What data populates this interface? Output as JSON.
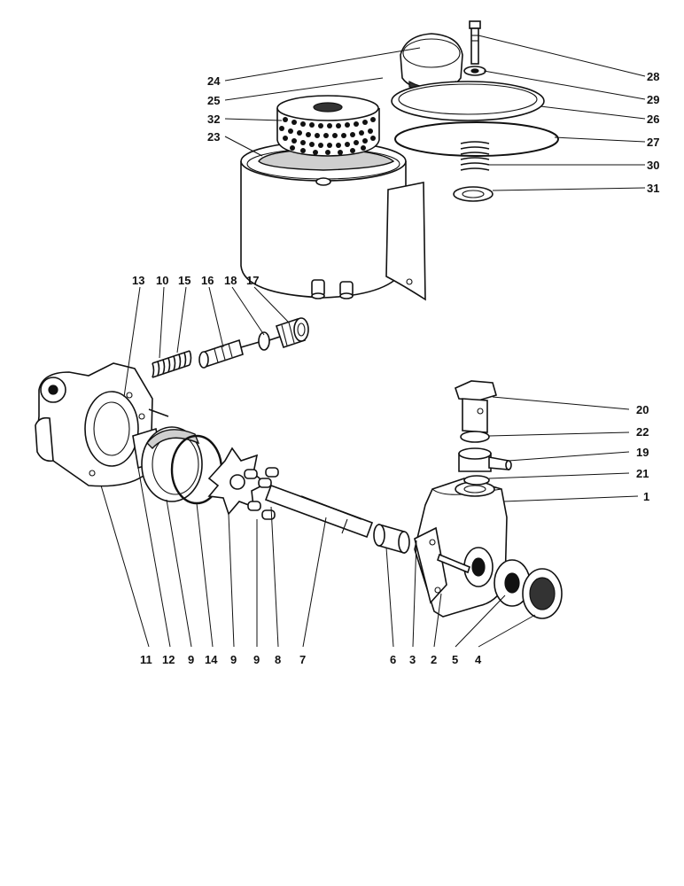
{
  "callouts": {
    "c24": "24",
    "c25": "25",
    "c32": "32",
    "c23": "23",
    "c28": "28",
    "c29": "29",
    "c26": "26",
    "c27": "27",
    "c30": "30",
    "c31": "31",
    "c13": "13",
    "c10": "10",
    "c15": "15",
    "c16": "16",
    "c18": "18",
    "c17": "17",
    "c20": "20",
    "c22": "22",
    "c19": "19",
    "c21": "21",
    "c1": "1",
    "b11": "11",
    "b12": "12",
    "b9a": "9",
    "b14": "14",
    "b9b": "9",
    "b9c": "9",
    "b8": "8",
    "b7": "7",
    "b6": "6",
    "b3": "3",
    "b2": "2",
    "b5": "5",
    "b4": "4"
  }
}
